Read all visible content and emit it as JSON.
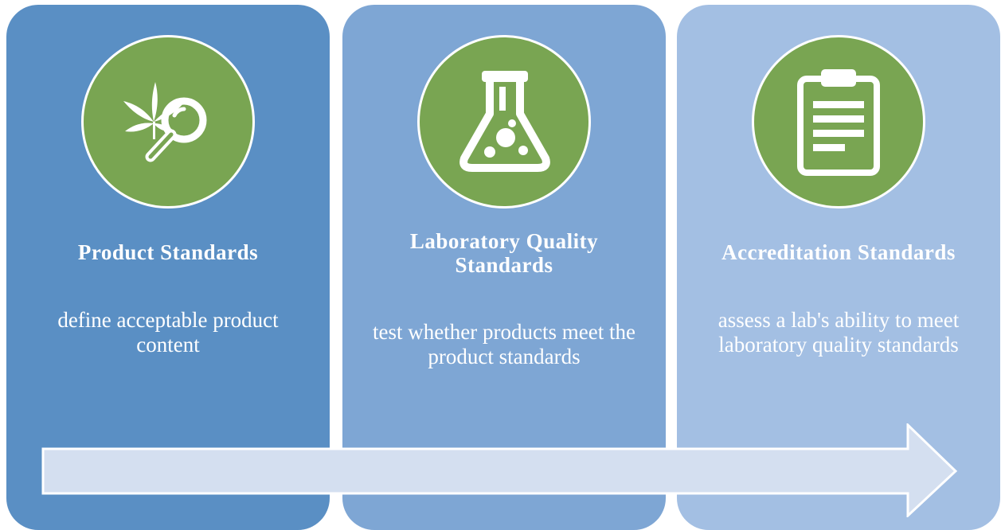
{
  "colors": {
    "panel_1": "#5a8fc4",
    "panel_2": "#7ea6d4",
    "panel_3": "#a3bfe3",
    "icon_circle": "#79a552",
    "arrow": "#d4dff0",
    "text": "#ffffff"
  },
  "panels": [
    {
      "title": "Product Standards",
      "description": "define acceptable product content",
      "icon": "cannabis-leaf-magnifier-icon"
    },
    {
      "title": "Laboratory Quality Standards",
      "description": "test whether products meet the product standards",
      "icon": "lab-flask-icon"
    },
    {
      "title": "Accreditation Standards",
      "description": "assess a lab's ability to meet laboratory quality standards",
      "icon": "clipboard-icon"
    }
  ],
  "arrow": {
    "direction": "right"
  }
}
